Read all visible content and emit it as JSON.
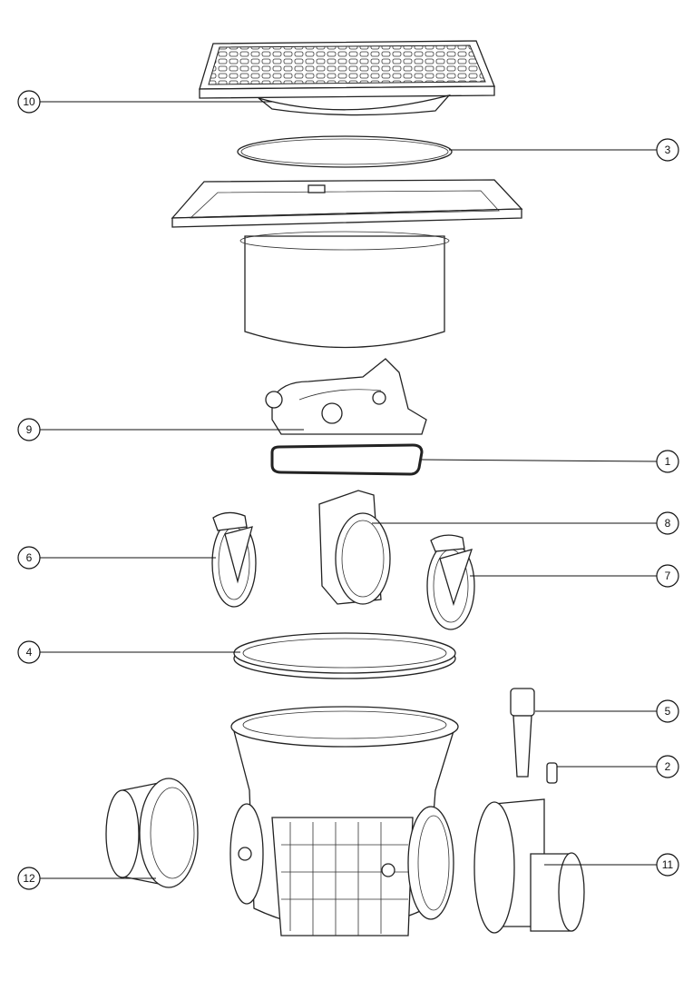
{
  "diagram": {
    "type": "exploded-parts-view",
    "callouts": [
      {
        "id": "10",
        "label": "10",
        "side": "left"
      },
      {
        "id": "3",
        "label": "3",
        "side": "right"
      },
      {
        "id": "9",
        "label": "9",
        "side": "left"
      },
      {
        "id": "1",
        "label": "1",
        "side": "right"
      },
      {
        "id": "8",
        "label": "8",
        "side": "right"
      },
      {
        "id": "6",
        "label": "6",
        "side": "left"
      },
      {
        "id": "7",
        "label": "7",
        "side": "right"
      },
      {
        "id": "4",
        "label": "4",
        "side": "left"
      },
      {
        "id": "5",
        "label": "5",
        "side": "right"
      },
      {
        "id": "2",
        "label": "2",
        "side": "right"
      },
      {
        "id": "12",
        "label": "12",
        "side": "left"
      },
      {
        "id": "11",
        "label": "11",
        "side": "right"
      }
    ]
  }
}
